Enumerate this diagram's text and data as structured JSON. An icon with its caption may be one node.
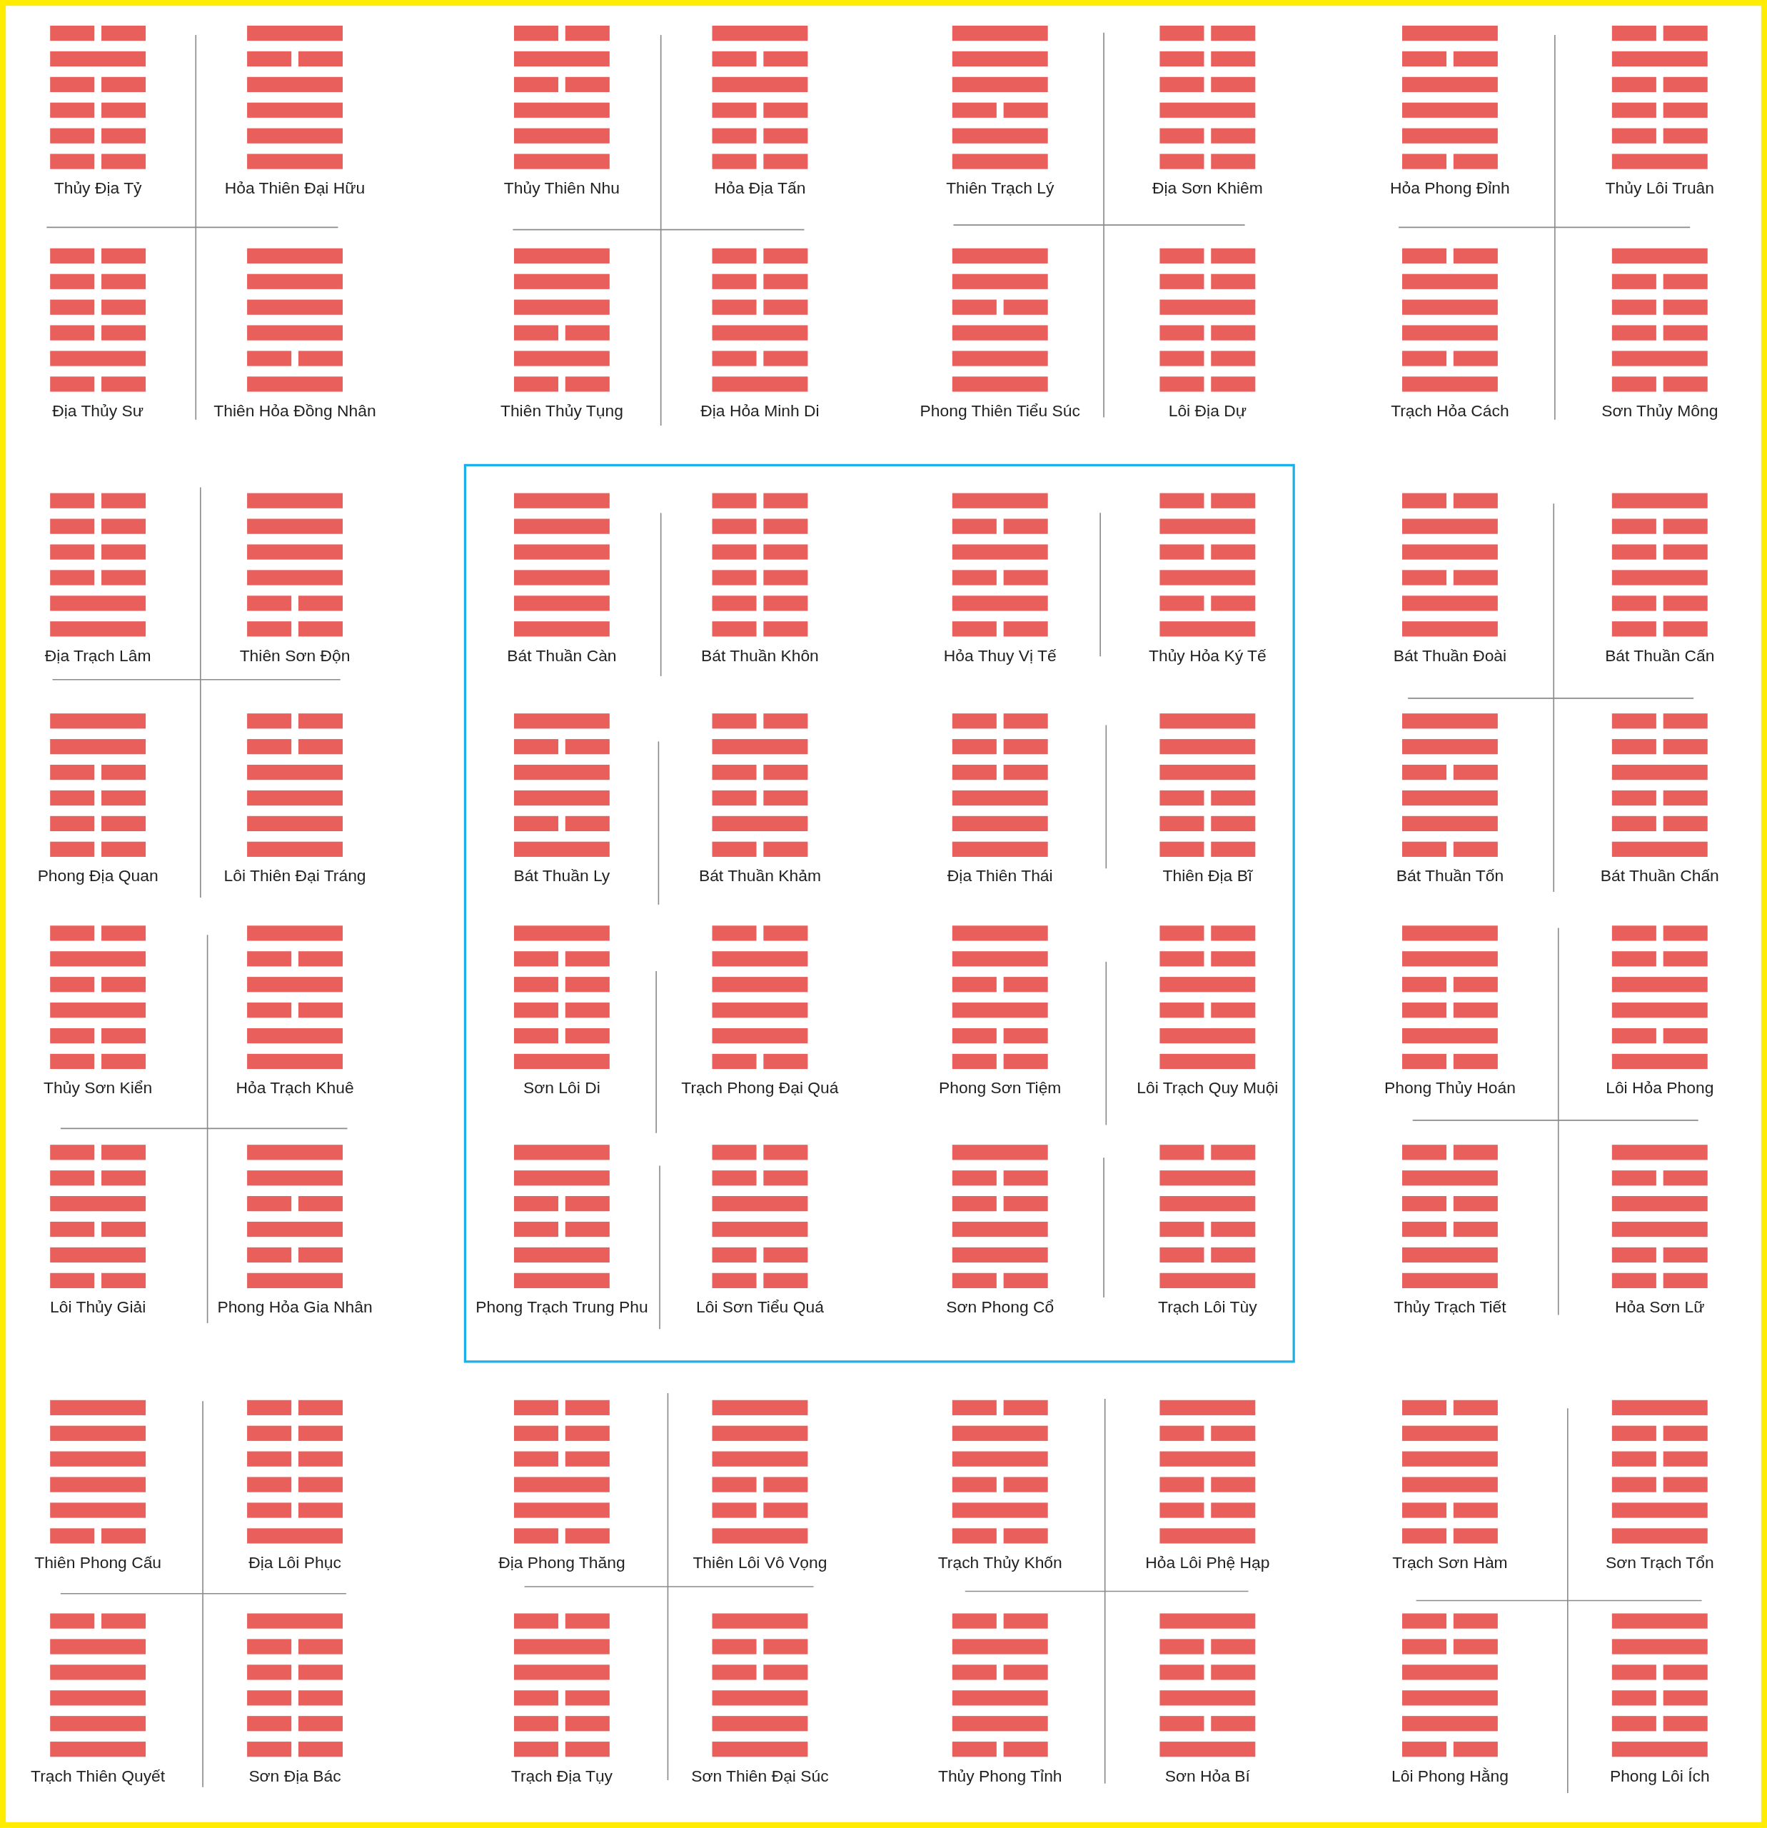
{
  "diagram": {
    "labels": [
      "Thủy Địa Tỷ",
      "Hỏa Thiên Đại Hữu",
      "Thủy Thiên Nhu",
      "Hỏa Địa Tấn",
      "Thiên Trạch Lý",
      "Địa Sơn Khiêm",
      "Hỏa Phong Đỉnh",
      "Thủy Lôi Truân",
      "Địa Thủy Sư",
      "Thiên Hỏa Đồng Nhân",
      "Thiên Thủy Tụng",
      "Địa Hỏa Minh Di",
      "Phong Thiên Tiểu Súc",
      "Lôi Địa Dự",
      "Trạch Hỏa Cách",
      "Sơn Thủy Mông",
      "Địa Trạch Lâm",
      "Thiên Sơn Độn",
      "Bát Thuần Càn",
      "Bát Thuần Khôn",
      "Hỏa Thuy Vị Tế",
      "Thủy Hỏa Ký Tế",
      "Bát Thuần Đoài",
      "Bát Thuần Cấn",
      "Phong Địa Quan",
      "Lôi Thiên Đại Tráng",
      "Bát Thuần Ly",
      "Bát Thuần Khảm",
      "Địa Thiên Thái",
      "Thiên Địa Bĩ",
      "Bát Thuần Tốn",
      "Bát Thuần Chấn",
      "Thủy Sơn Kiển",
      "Hỏa Trạch Khuê",
      "Sơn Lôi Di",
      "Trạch Phong Đại Quá",
      "Phong Sơn Tiệm",
      "Lôi Trạch Quy Muội",
      "Phong Thủy Hoán",
      "Lôi Hỏa Phong",
      "Lôi Thủy Giải",
      "Phong Hỏa Gia Nhân",
      "Phong Trạch Trung Phu",
      "Lôi Sơn Tiểu Quá",
      "Sơn Phong Cổ",
      "Trạch Lôi Tùy",
      "Thủy Trạch Tiết",
      "Hỏa Sơn Lữ",
      "Thiên Phong Cấu",
      "Địa Lôi Phục",
      "Địa Phong Thăng",
      "Thiên Lôi Vô Vọng",
      "Trạch Thủy Khốn",
      "Hỏa Lôi Phệ Hạp",
      "Trạch Sơn Hàm",
      "Sơn Trạch Tổn",
      "Trạch Thiên Quyết",
      "Sơn Địa Bác",
      "Trạch Địa Tụy",
      "Sơn Thiên Đại Súc",
      "Thủy Phong Tỉnh",
      "Sơn Hỏa Bí",
      "Lôi Phong Hằng",
      "Phong Lôi Ích"
    ]
  }
}
